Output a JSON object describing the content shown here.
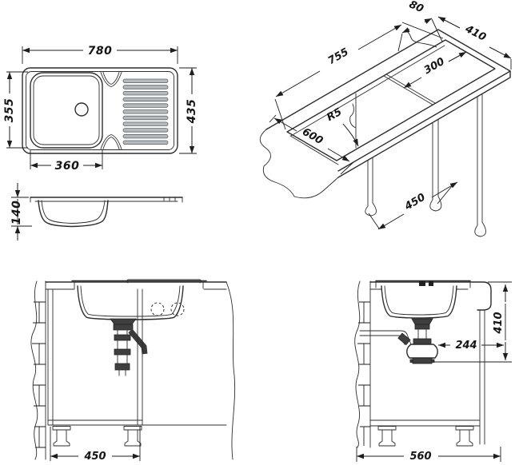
{
  "drawing": {
    "colors": {
      "background": "#ffffff",
      "line": "#2d2d2d",
      "dimension_text": "#151515",
      "ridge_fill": "#b3b9bd"
    }
  },
  "views": {
    "top_view": {
      "width": "780",
      "height": "435",
      "bowl_height": "355",
      "bowl_width": "360"
    },
    "profile_view": {
      "depth": "140"
    },
    "isometric_view": {
      "cutout_length": "755",
      "cutout_width": "410",
      "edge_distance": "80",
      "divider_distance": "300",
      "corner_radius": "R5",
      "counter_depth": "600",
      "cabinet_width": "450"
    },
    "front_view": {
      "cabinet_width": "450"
    },
    "side_view": {
      "install_height": "410",
      "trap_offset": "244",
      "cabinet_depth": "560"
    }
  }
}
